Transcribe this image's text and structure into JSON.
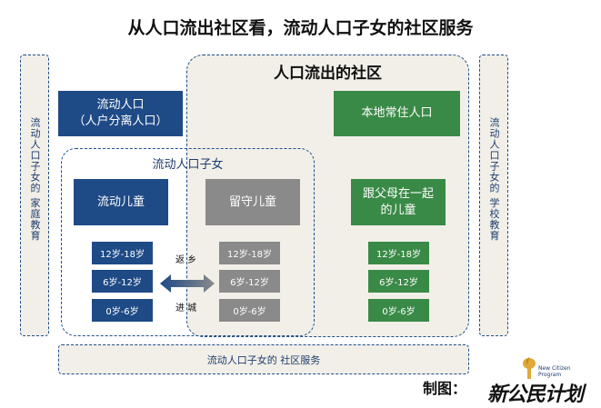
{
  "title": "从人口流出社区看，流动人口子女的社区服务",
  "community": {
    "title": "人口流出的社区"
  },
  "children_area": {
    "title": "流动人口子女"
  },
  "left_side": {
    "text": "流动人口子女的 家庭教育"
  },
  "right_side": {
    "text": "流动人口子女的 学校教育"
  },
  "migrant_population": {
    "line1": "流动人口",
    "line2": "（人户分离人口）"
  },
  "local_residents": {
    "label": "本地常住人口"
  },
  "columns": [
    {
      "label": "流动儿童",
      "ages": [
        "12岁-18岁",
        "6岁-12岁",
        "0岁-6岁"
      ]
    },
    {
      "label": "留守儿童",
      "ages": [
        "12岁-18岁",
        "6岁-12岁",
        "0岁-6岁"
      ]
    },
    {
      "label_line1": "跟父母在一起",
      "label_line2": "的儿童",
      "ages": [
        "12岁-18岁",
        "6岁-12岁",
        "0岁-6岁"
      ]
    }
  ],
  "arrow": {
    "top_label": "返 乡",
    "bottom_label": "进 城"
  },
  "bottom_bar": {
    "label": "流动人口子女的 社区服务"
  },
  "credit": {
    "label": "制图："
  },
  "logo": {
    "main": "新公民计划",
    "sub1": "New Citizen",
    "sub2": "Program"
  },
  "colors": {
    "navy": "#1e4a86",
    "gray": "#8a8a8a",
    "green": "#3a8a47",
    "dashed": "#1f4e8c",
    "panel": "#f1efe8"
  }
}
